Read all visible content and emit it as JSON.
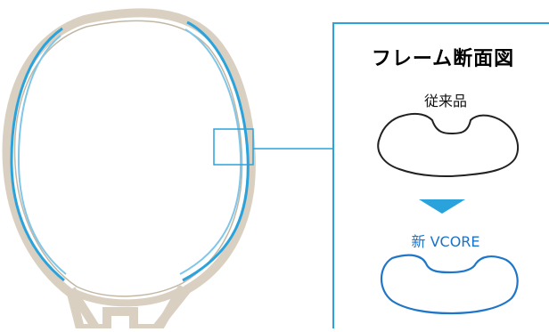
{
  "panel": {
    "title": "フレーム断面図",
    "old_label": "従来品",
    "new_label": "新 VCORE"
  },
  "colors": {
    "accent": "#2aa3dc",
    "new_profile": "#1f76c9",
    "frame": "#d9d0c1",
    "frame_edge": "#b9ae9b",
    "old_profile": "#222222"
  },
  "icons": {
    "arrow": "down-triangle-icon"
  }
}
